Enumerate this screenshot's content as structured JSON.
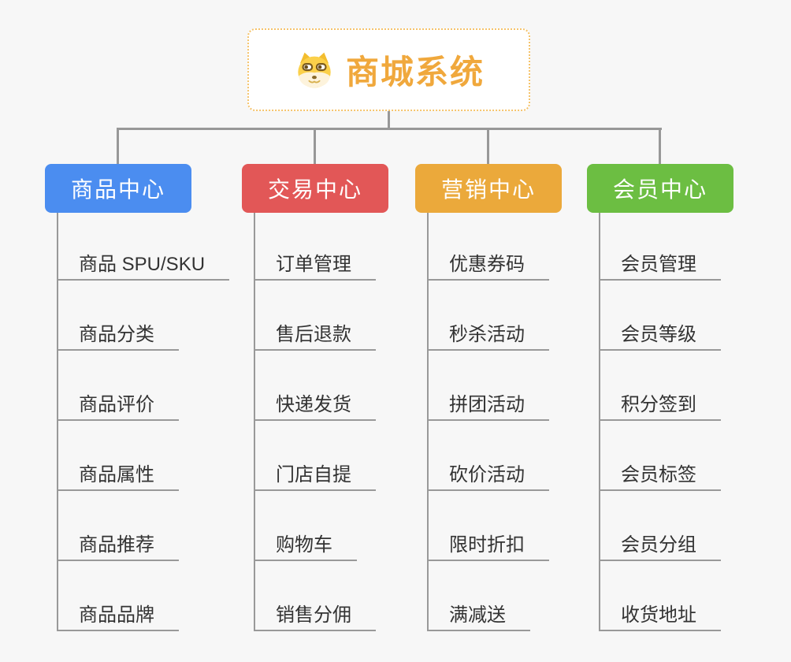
{
  "root": {
    "title": "商城系统",
    "title_color": "#f0a83c",
    "border_color": "#f5c36b",
    "icon": "dog-face-icon"
  },
  "style": {
    "background_color": "#f7f7f7",
    "connector_color": "#989898",
    "underline_color": "#999999",
    "leaf_text_color": "#333333"
  },
  "branches": [
    {
      "label": "商品中心",
      "color": "#4b8df0",
      "items": [
        "商品 SPU/SKU",
        "商品分类",
        "商品评价",
        "商品属性",
        "商品推荐",
        "商品品牌"
      ]
    },
    {
      "label": "交易中心",
      "color": "#e25757",
      "items": [
        "订单管理",
        "售后退款",
        "快递发货",
        "门店自提",
        "购物车",
        "销售分佣"
      ]
    },
    {
      "label": "营销中心",
      "color": "#eba93b",
      "items": [
        "优惠券码",
        "秒杀活动",
        "拼团活动",
        "砍价活动",
        "限时折扣",
        "满减送"
      ]
    },
    {
      "label": "会员中心",
      "color": "#6cbe42",
      "items": [
        "会员管理",
        "会员等级",
        "积分签到",
        "会员标签",
        "会员分组",
        "收货地址"
      ]
    }
  ]
}
